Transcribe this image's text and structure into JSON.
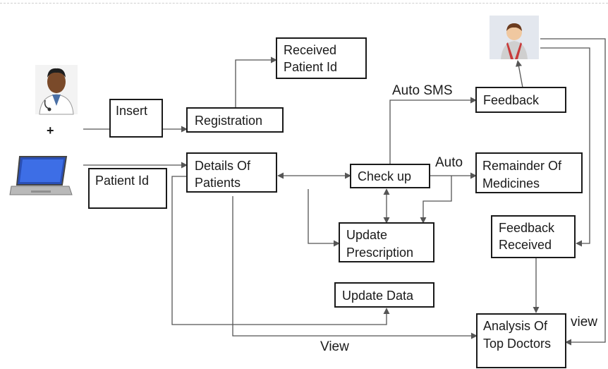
{
  "boxes": {
    "received_patient_id": [
      "Received",
      "Patient Id"
    ],
    "insert": [
      "Insert"
    ],
    "registration": [
      "Registration"
    ],
    "feedback": [
      "Feedback"
    ],
    "patient_id": [
      "Patient Id"
    ],
    "details_of_patients": [
      "Details Of",
      "Patients"
    ],
    "check_up": [
      "Check up"
    ],
    "remainder_of_medicines": [
      "Remainder Of",
      "Medicines"
    ],
    "update_prescription": [
      "Update",
      "Prescription"
    ],
    "feedback_received": [
      "Feedback",
      "Received"
    ],
    "update_data": [
      "Update Data"
    ],
    "analysis_of_top_doctors": [
      "Analysis Of",
      "Top Doctors"
    ]
  },
  "labels": {
    "plus": "+",
    "auto_sms": "Auto SMS",
    "auto": "Auto",
    "view_bottom": "View",
    "view_right": "view"
  },
  "icons": {
    "doctor": "doctor-icon",
    "laptop": "laptop-icon",
    "patient": "patient-icon"
  },
  "colors": {
    "box_stroke": "#1a1a1a",
    "edge": "#555555"
  }
}
